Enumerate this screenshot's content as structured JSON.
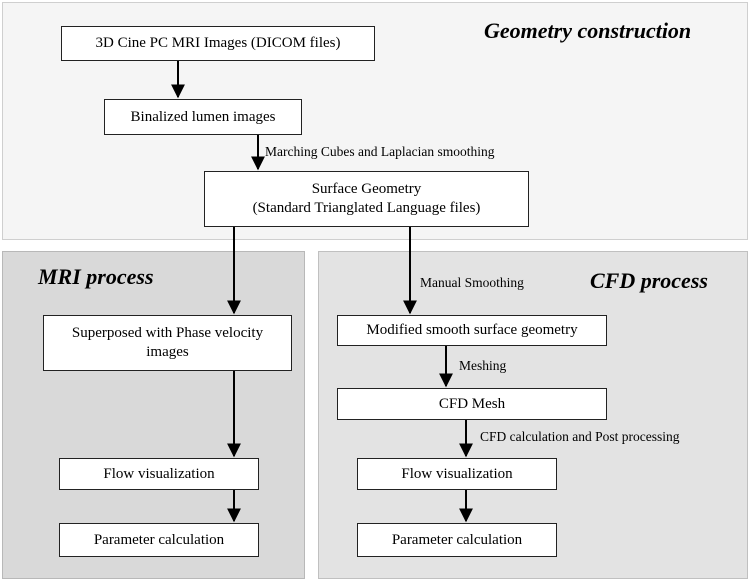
{
  "panels": {
    "geometry": {
      "title": "Geometry construction"
    },
    "mri": {
      "title": "MRI process"
    },
    "cfd": {
      "title": "CFD process"
    }
  },
  "boxes": {
    "dicom": {
      "text": "3D Cine PC MRI Images (DICOM files)"
    },
    "binarized": {
      "text": "Binalized lumen images"
    },
    "surface": {
      "line1": "Surface Geometry",
      "line2": "(Standard Trianglated Language files)"
    },
    "superposed": {
      "line1": "Superposed with Phase velocity",
      "line2": "images"
    },
    "mri_flow": {
      "text": "Flow visualization"
    },
    "mri_param": {
      "text": "Parameter calculation"
    },
    "modified": {
      "text": "Modified smooth surface geometry"
    },
    "cfd_mesh": {
      "text": "CFD Mesh"
    },
    "cfd_flow": {
      "text": "Flow visualization"
    },
    "cfd_param": {
      "text": "Parameter calculation"
    }
  },
  "edge_labels": {
    "marching": "Marching Cubes and Laplacian smoothing",
    "manual": "Manual Smoothing",
    "meshing": "Meshing",
    "cfd_calc": "CFD calculation and Post processing"
  }
}
